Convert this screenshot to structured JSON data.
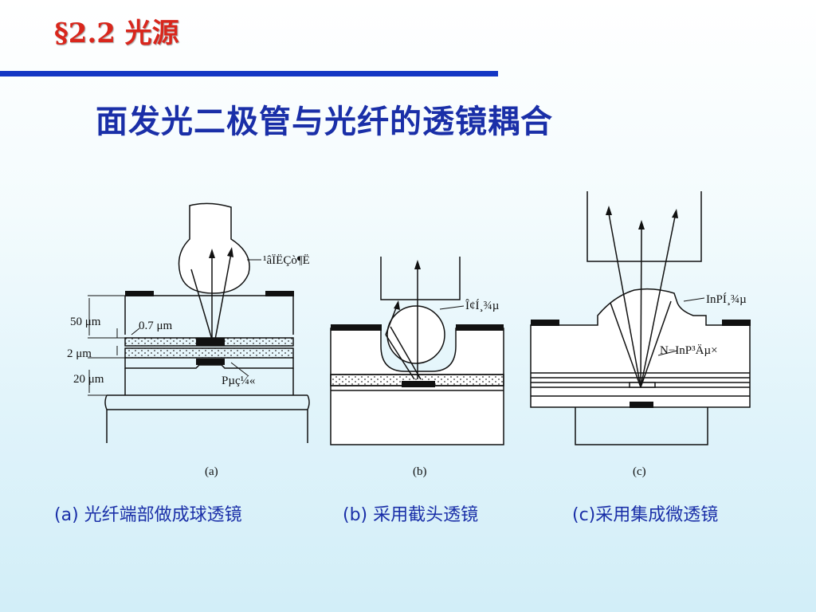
{
  "slide": {
    "section_title": "§2.2 光源",
    "heading": "面发光二极管与光纤的透镜耦合"
  },
  "diagram": {
    "panel_a": {
      "label": "(a)",
      "fiber_label": "¹âÏËÇò¶Ë",
      "dim_50": "50 μm",
      "dim_07": "0.7 μm",
      "dim_2": "2 μm",
      "dim_20": "20 μm",
      "contact_label": "Pµç¼«"
    },
    "panel_b": {
      "label": "(b)",
      "lens_label": "Î¢Í¸¾µ"
    },
    "panel_c": {
      "label": "(c)",
      "lens_label": "InPÍ¸¾µ",
      "substrate_label": "N−InP³Äµ×"
    }
  },
  "captions": {
    "a": "(a) 光纤端部做成球透镜",
    "b": "(b) 采用截头透镜",
    "c": "(c)采用集成微透镜"
  },
  "colors": {
    "title": "#d9261c",
    "heading": "#1a2fa8",
    "rule": "#1437c4"
  }
}
